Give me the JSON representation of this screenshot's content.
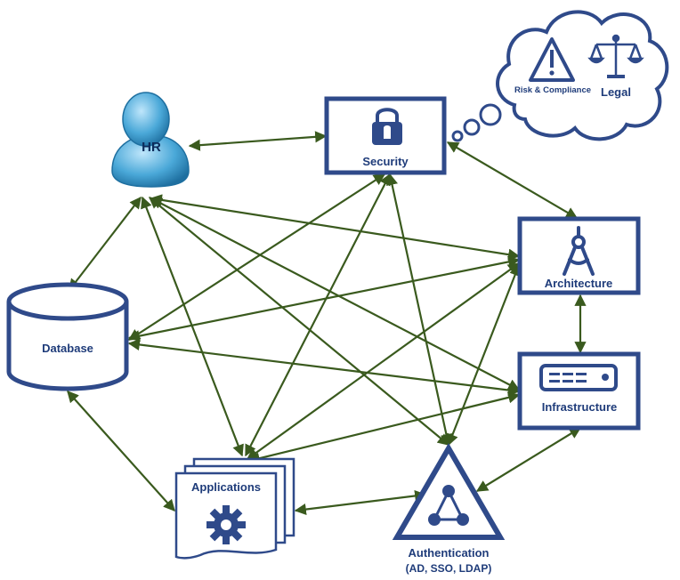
{
  "nodes": {
    "hr": {
      "label": "HR"
    },
    "security": {
      "label": "Security"
    },
    "architecture": {
      "label": "Architecture"
    },
    "infrastructure": {
      "label": "Infrastructure"
    },
    "database": {
      "label": "Database"
    },
    "applications": {
      "label": "Applications"
    },
    "authentication": {
      "label": "Authentication",
      "sublabel": "(AD, SSO, LDAP)"
    }
  },
  "cloud": {
    "risk_label": "Risk & Compliance",
    "legal_label": "Legal"
  },
  "colors": {
    "node_outline": "#2f4a8a",
    "label_text": "#1f3c7a",
    "edge": "#3a5a1e",
    "hr_figure": "#4aa8d8"
  },
  "edges": [
    {
      "from": "hr",
      "to": "security"
    },
    {
      "from": "hr",
      "to": "database"
    },
    {
      "from": "hr",
      "to": "architecture"
    },
    {
      "from": "hr",
      "to": "infrastructure"
    },
    {
      "from": "hr",
      "to": "applications"
    },
    {
      "from": "hr",
      "to": "authentication"
    },
    {
      "from": "security",
      "to": "architecture"
    },
    {
      "from": "security",
      "to": "database"
    },
    {
      "from": "security",
      "to": "applications"
    },
    {
      "from": "security",
      "to": "authentication"
    },
    {
      "from": "architecture",
      "to": "database"
    },
    {
      "from": "architecture",
      "to": "applications"
    },
    {
      "from": "architecture",
      "to": "authentication"
    },
    {
      "from": "architecture",
      "to": "infrastructure"
    },
    {
      "from": "database",
      "to": "infrastructure"
    },
    {
      "from": "database",
      "to": "applications"
    },
    {
      "from": "infrastructure",
      "to": "applications"
    },
    {
      "from": "infrastructure",
      "to": "authentication"
    },
    {
      "from": "applications",
      "to": "authentication"
    }
  ]
}
